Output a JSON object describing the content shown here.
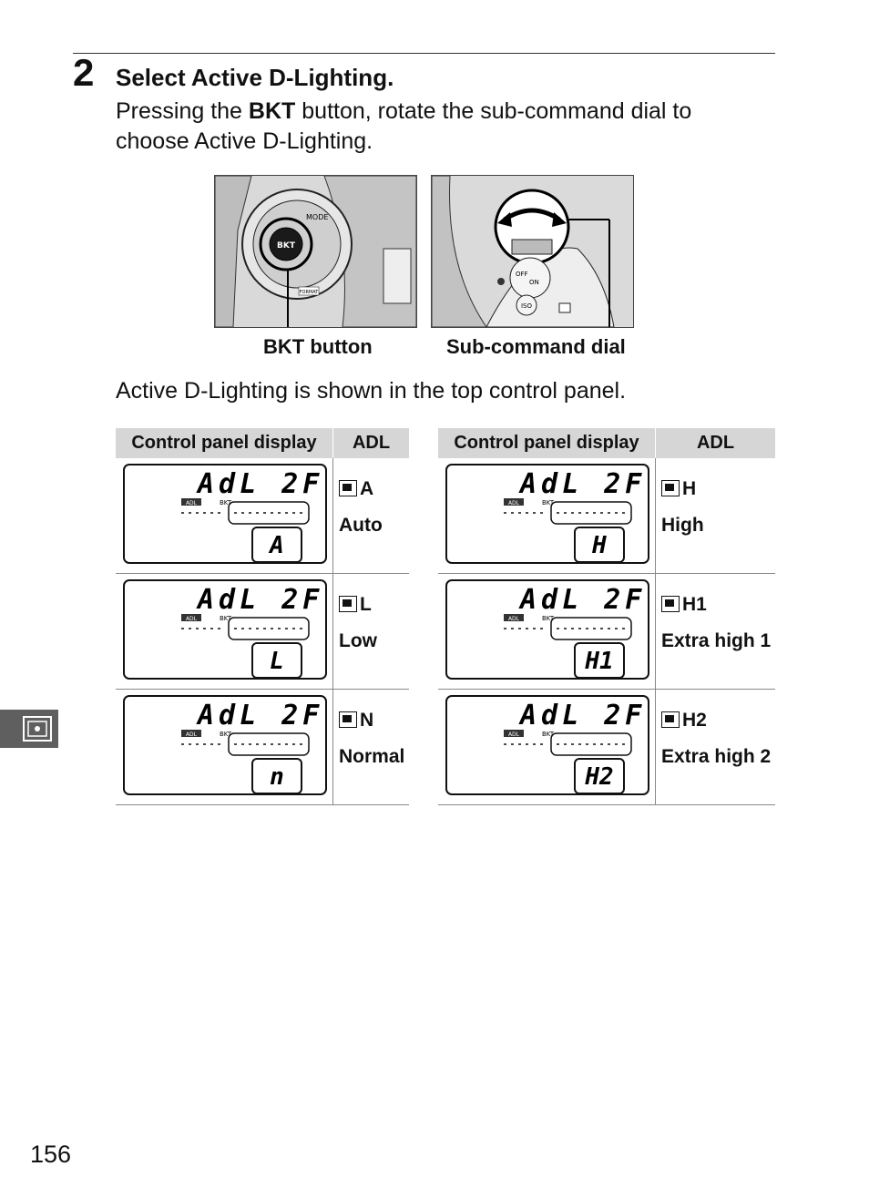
{
  "step": {
    "number": "2",
    "title": "Select Active D-Lighting.",
    "text_pre": "Pressing the ",
    "text_button": "BKT",
    "text_post": " button, rotate the sub-command dial to choose Active D-Lighting."
  },
  "figure": {
    "left_caption": "BKT button",
    "right_caption": "Sub-command dial",
    "mode_label": "MODE",
    "bkt_label": "BKT",
    "format_label": "FORMAT",
    "iso_label": "ISO",
    "off_label": "OFF",
    "on_label": "ON"
  },
  "intro": "Active D-Lighting is shown in the top control panel.",
  "table": {
    "col_display": "Control panel display",
    "col_adl": "ADL",
    "lcd_top": "AdL 2F",
    "lcd_adl_tag": "ADL",
    "lcd_bkt_tag": "BKT",
    "rows": [
      {
        "lcd_code": "A",
        "symbol": "A",
        "name": "Auto"
      },
      {
        "lcd_code": "L",
        "symbol": "L",
        "name": "Low"
      },
      {
        "lcd_code": "n",
        "symbol": "N",
        "name": "Normal"
      },
      {
        "lcd_code": "H",
        "symbol": "H",
        "name": "High"
      },
      {
        "lcd_code": "H1",
        "symbol": "H1",
        "name": "Extra high 1"
      },
      {
        "lcd_code": "H2",
        "symbol": "H2",
        "name": "Extra high 2"
      }
    ]
  },
  "side_tab_icon": "camera-metering-icon",
  "page_number": "156"
}
